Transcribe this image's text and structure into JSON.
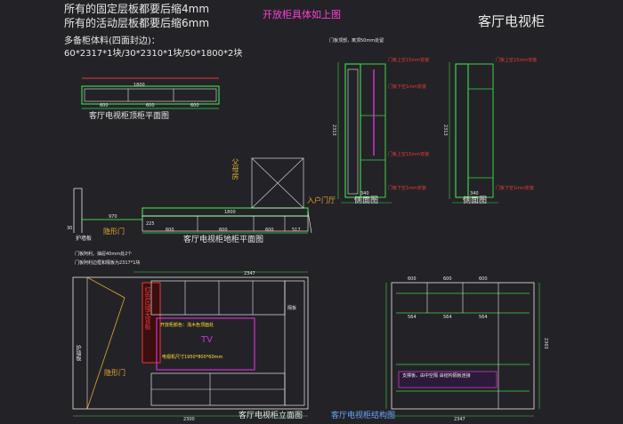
{
  "header": {
    "rule1": "所有的固定层板都要后缩4mm",
    "rule2": "所有的活动层板都要后缩6mm",
    "center_title": "开放柜具体如上图",
    "right_title": "客厅电视柜",
    "spare_label": "多备柜体料(四面封边)：",
    "spare_list": "60*2317*1块/30*2310*1块/50*1800*2块"
  },
  "views": {
    "top_plan": "客厅电视柜顶柜平面图",
    "floor_plan": "客厅电视柜地柜平面图",
    "side1": "侧面图",
    "side2": "侧面图",
    "elevation": "客厅电视柜立面图",
    "structure": "客厅电视柜结构图"
  },
  "labels": {
    "parent_room": "父母房",
    "entry_door": "入户门厅",
    "hidden_door": "隐形门",
    "hidden_door2": "隐形门",
    "guard_board": "护墙板",
    "guard_board2": "护墙板",
    "tv": "TV",
    "tv_box": "开放柜颜色：浅木色顶面处",
    "tv_size": "电视机尺寸1950*800*60mm"
  },
  "dims": {
    "top_1800": "1800",
    "top_600a": "600",
    "top_600b": "600",
    "top_600c": "600",
    "fp_970": "970",
    "fp_1800": "1800",
    "fp_225": "225",
    "fp_600a": "600",
    "fp_600b": "600",
    "fp_600c": "600",
    "fp_517": "517",
    "fp_30": "30",
    "s1_2313": "2313",
    "s1_340": "340",
    "s2_2313": "2313",
    "s2_340": "340",
    "el_2300": "2300",
    "el_2347": "2347",
    "st_2347": "2347",
    "st_2303": "2303",
    "st_600a": "600",
    "st_600b": "600",
    "st_600c": "600",
    "st_564a": "564",
    "st_564b": "564",
    "st_564c": "564"
  },
  "annotations": {
    "s1_top": "门板顶部，离顶50mm处留",
    "s1_a": "门板上空15mm安装",
    "s1_b": "门板下空1mm安装",
    "s1_c": "门板上空15mm安装",
    "s1_d": "门板下空1mm安装",
    "s2_a": "门板上空15mm安装",
    "s2_b": "门板下空1mm安装",
    "el_note1": "门板阿利，抽屉40mm处2个",
    "el_note2": "门板阿利边框和隔板为2317*1块",
    "el_side": "红色区域无背板",
    "el_right": "隔板",
    "st_note": "支撑板，由中空隔 由结构隔板连接"
  }
}
